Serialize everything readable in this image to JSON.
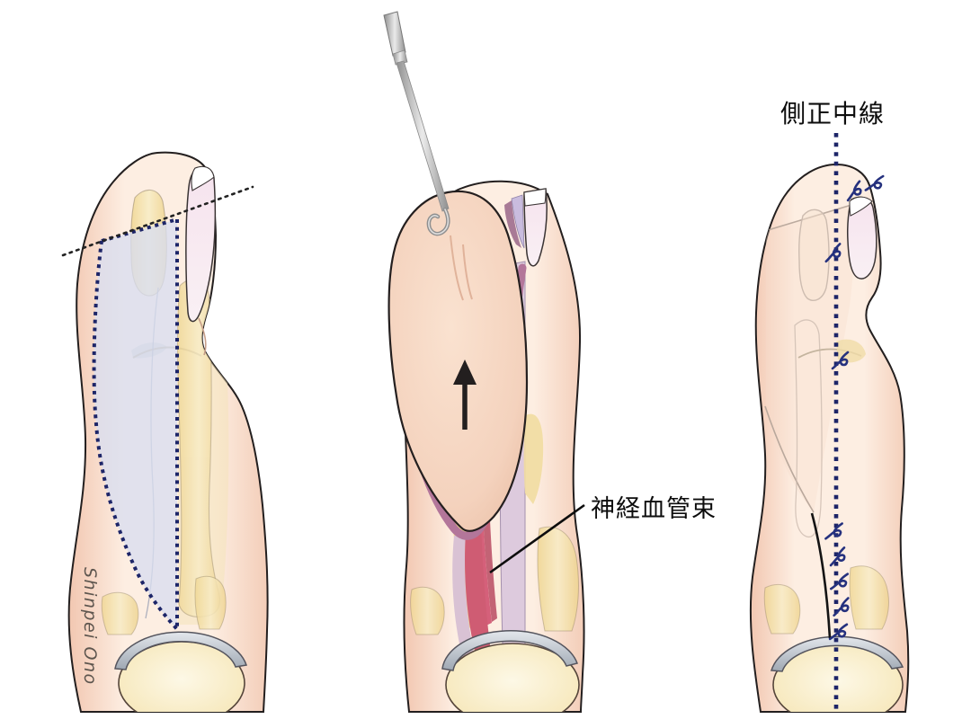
{
  "figure": {
    "type": "surgical-procedure-illustration",
    "background": "#ffffff",
    "labels": {
      "lateral_midline": "側正中線",
      "neurovascular_bundle": "神経血管束",
      "signature": "Shinpei Ono"
    },
    "icons": {
      "elevation_arrow_icon": "↑",
      "skin_hook_icon": "J-hook",
      "suture_knot_icon": "loop-squiggle"
    },
    "colors": {
      "skin": "#fdeee2",
      "skin_edge": "#f2c9b2",
      "bone": "#f3dfa6",
      "bone_light": "#fbf3da",
      "cartilage": "#c2c8cf",
      "nail_pink": "#eccfe0",
      "flap_overlay_blue": "#d8def0",
      "navy_dotted": "#1d2568",
      "suture_navy": "#25317e",
      "wound_mauve": "#b3769a",
      "wound_pink": "#e9d0df",
      "vessel_red": "#d5607a",
      "fat_yellow": "#f3d98e",
      "lavender_cut_edge": "#dcc9dd",
      "instrument_gray": "#9a9a9a",
      "outline": "#231f1f",
      "label_black": "#0d0d0d"
    }
  }
}
